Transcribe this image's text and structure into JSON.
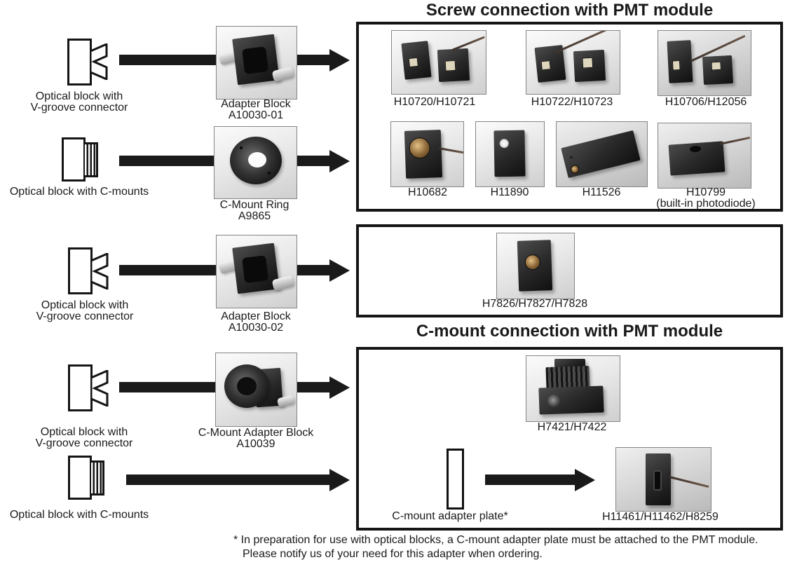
{
  "titles": {
    "screw": "Screw connection with PMT module",
    "cmount": "C-mount connection with PMT module"
  },
  "left_column": {
    "row1": {
      "line1": "Optical block with",
      "line2": "V-groove connector"
    },
    "row2": {
      "line1": "Optical block with C-mounts"
    },
    "row3": {
      "line1": "Optical block with",
      "line2": "V-groove connector"
    },
    "row4": {
      "line1": "Optical block with",
      "line2": "V-groove connector"
    },
    "row5": {
      "line1": "Optical block with C-mounts"
    }
  },
  "adapters": {
    "a10030_01": {
      "line1": "Adapter Block",
      "line2": "A10030-01"
    },
    "a9865": {
      "line1": "C-Mount Ring",
      "line2": "A9865"
    },
    "a10030_02": {
      "line1": "Adapter Block",
      "line2": "A10030-02"
    },
    "a10039": {
      "line1": "C-Mount Adapter Block",
      "line2": "A10039"
    }
  },
  "screw_section": {
    "row1": [
      "H10720/H10721",
      "H10722/H10723",
      "H10706/H12056"
    ],
    "row2": [
      "H10682",
      "H11890",
      "H11526",
      "H10799"
    ],
    "row2_note": "(built-in photodiode)",
    "single": "H7826/H7827/H7828"
  },
  "cmount_section": {
    "top_module": "H7421/H7422",
    "plate": "C-mount adapter plate*",
    "bottom_module": "H11461/H11462/H8259"
  },
  "footnote": {
    "line1": "* In preparation for use with optical blocks, a C-mount adapter plate must be attached to the PMT module.",
    "line2": "Please notify us of your need for this adapter when ordering."
  },
  "colors": {
    "arrow": "#1a1a1a",
    "frame": "#151515",
    "background": "#ffffff"
  }
}
